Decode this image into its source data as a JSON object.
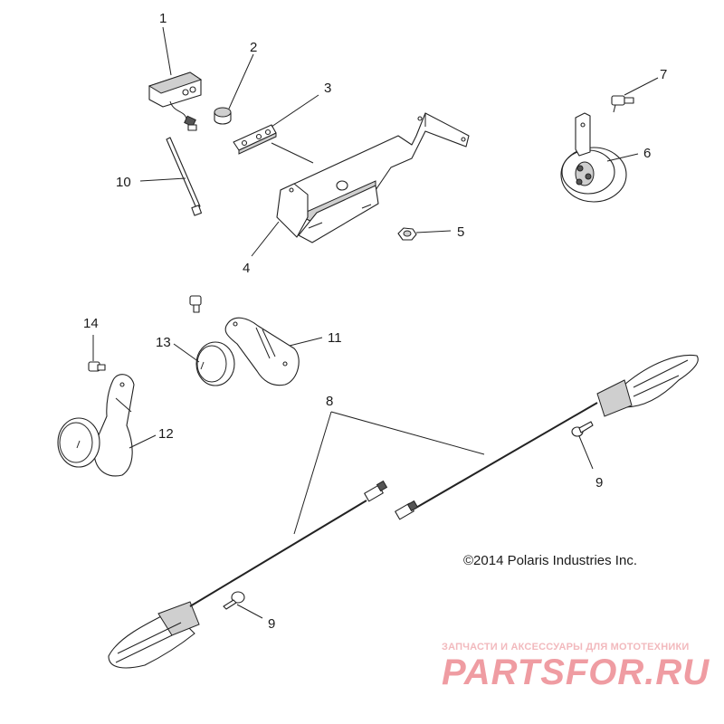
{
  "callouts": [
    {
      "id": "1",
      "label": "1"
    },
    {
      "id": "2",
      "label": "2"
    },
    {
      "id": "3",
      "label": "3"
    },
    {
      "id": "4",
      "label": "4"
    },
    {
      "id": "5",
      "label": "5"
    },
    {
      "id": "6",
      "label": "6"
    },
    {
      "id": "7",
      "label": "7"
    },
    {
      "id": "8",
      "label": "8"
    },
    {
      "id": "9a",
      "label": "9"
    },
    {
      "id": "9b",
      "label": "9"
    },
    {
      "id": "10",
      "label": "10"
    },
    {
      "id": "11",
      "label": "11"
    },
    {
      "id": "12",
      "label": "12"
    },
    {
      "id": "13",
      "label": "13"
    },
    {
      "id": "14",
      "label": "14"
    }
  ],
  "copyright": "©2014 Polaris Industries Inc.",
  "watermark": {
    "tagline": "ЗАПЧАСТИ И АКСЕССУАРЫ ДЛЯ МОТОТЕХНИКИ",
    "brand": "PARTSFOR.RU"
  }
}
